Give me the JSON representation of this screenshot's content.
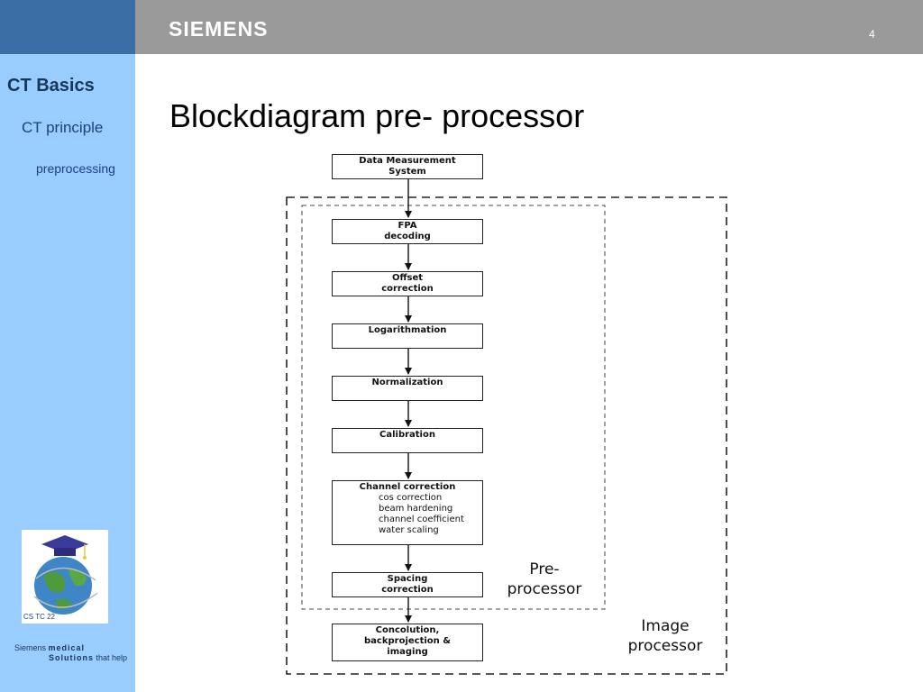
{
  "header": {
    "brand": "SIEMENS",
    "page_number": "4",
    "colors": {
      "left_band": "#3a6ea5",
      "right_band": "#9a9a9a",
      "sidebar": "#99ccff"
    }
  },
  "sidebar": {
    "title": "CT Basics",
    "subtitle": "CT principle",
    "subsubtitle": "preprocessing",
    "logo_icon": "graduation-cap-globe-icon",
    "logo_caption": "CS TC 22",
    "footer": {
      "line1_a": "Siemens",
      "line1_b": "medical",
      "line2_a": "Solutions",
      "line2_b": "that help"
    }
  },
  "slide": {
    "title": "Blockdiagram pre- processor"
  },
  "diagram": {
    "blocks": {
      "dms": [
        "Data Measurement",
        "System"
      ],
      "fpa": [
        "FPA",
        "decoding"
      ],
      "offset": [
        "Offset",
        "correction"
      ],
      "log": [
        "Logarithmation"
      ],
      "norm": [
        "Normalization"
      ],
      "calib": [
        "Calibration"
      ],
      "channel_title": "Channel correction",
      "channel_items": [
        "cos correction",
        "beam hardening",
        "channel coefficient",
        "water scaling"
      ],
      "spacing": [
        "Spacing",
        "correction"
      ],
      "recon": [
        "Concolution,",
        "backprojection &",
        "imaging"
      ]
    },
    "pre_label": [
      "Pre-",
      "processor"
    ],
    "image_label": [
      "Image",
      "processor"
    ]
  }
}
